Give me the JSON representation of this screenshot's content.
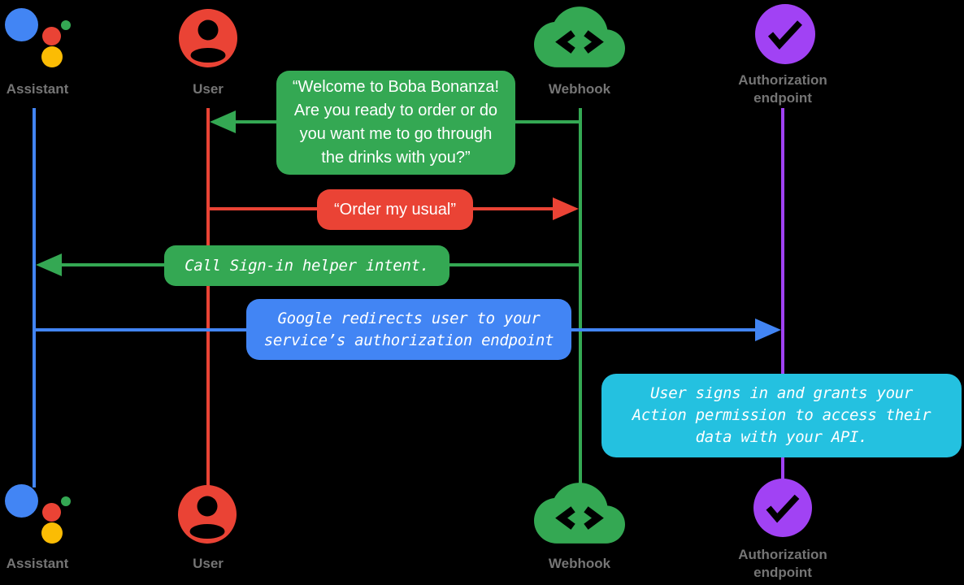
{
  "background_color": "#000000",
  "palette": {
    "blue": "#4285F4",
    "red": "#EA4335",
    "green": "#34A853",
    "yellow": "#FBBC04",
    "purple": "#A142F4",
    "cyan": "#24C1E0",
    "label_gray": "#757575",
    "message_text": "#FFFFFF"
  },
  "actors": {
    "assistant": {
      "label": "Assistant",
      "icon": "google-assistant-icon",
      "lifeline_color": "#4285F4"
    },
    "user": {
      "label": "User",
      "icon": "user-icon",
      "lifeline_color": "#EA4335"
    },
    "webhook": {
      "label": "Webhook",
      "icon": "cloud-code-icon",
      "lifeline_color": "#34A853"
    },
    "auth": {
      "label": "Authorization\nendpoint",
      "icon": "check-circle-icon",
      "lifeline_color": "#A142F4"
    }
  },
  "messages": {
    "welcome": {
      "text": "“Welcome to Boba Bonanza!\nAre you ready to order or do\nyou want me to go through\nthe drinks with you?”",
      "from": "Webhook",
      "to": "User",
      "direction": "left",
      "color": "#34A853"
    },
    "order": {
      "text": "“Order my usual”",
      "from": "User",
      "to": "Webhook",
      "direction": "right",
      "color": "#EA4335"
    },
    "signin": {
      "text": "Call Sign-in helper intent.",
      "from": "Webhook",
      "to": "Assistant",
      "direction": "left",
      "color": "#34A853"
    },
    "redirect": {
      "text": "Google redirects user to your\nservice’s authorization endpoint",
      "from": "Assistant",
      "to": "Authorization endpoint",
      "direction": "right",
      "color": "#4285F4"
    },
    "grants": {
      "text": "User signs in and grants your\nAction permission to access their\ndata with your API.",
      "note_on": "Authorization endpoint",
      "color": "#24C1E0"
    }
  }
}
